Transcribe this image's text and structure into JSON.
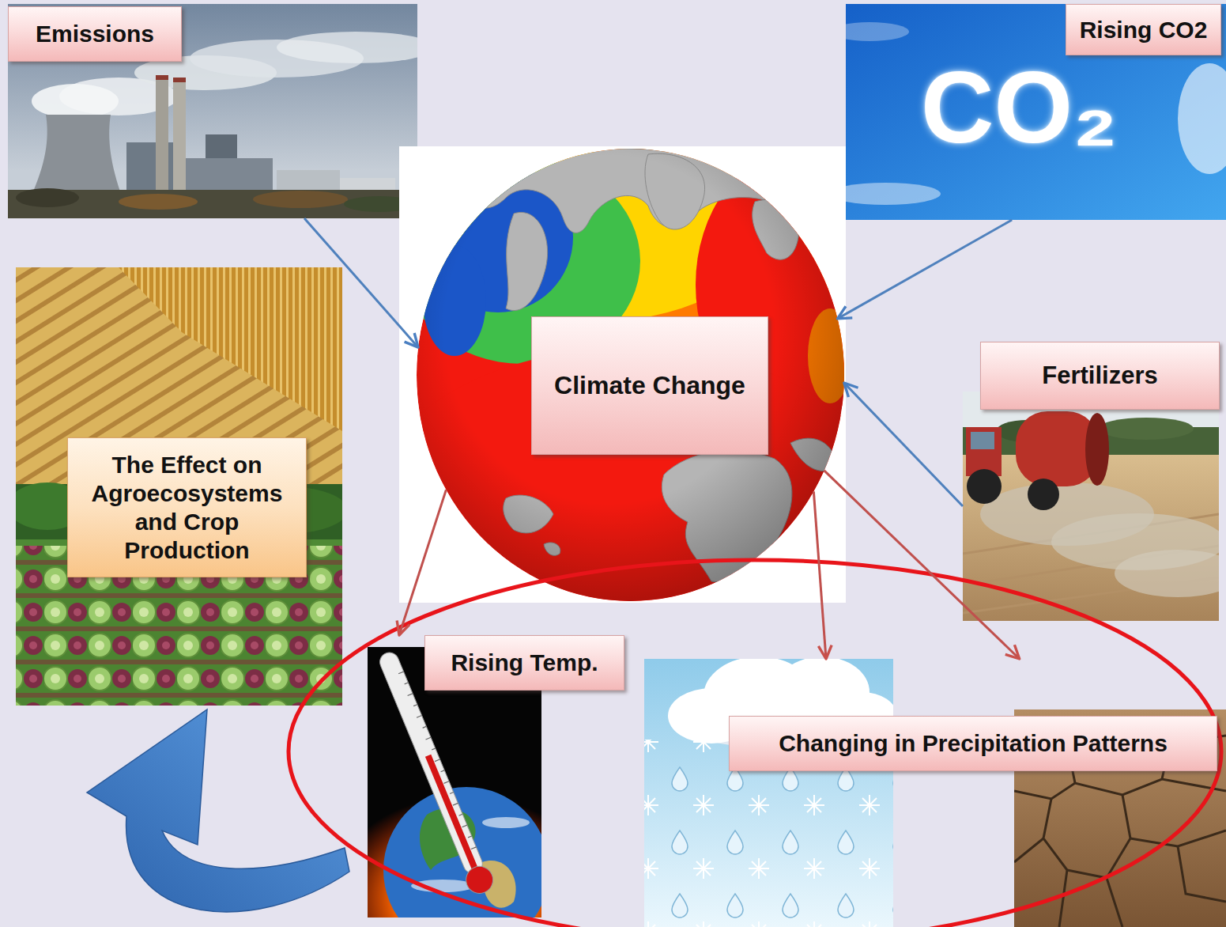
{
  "diagram": {
    "nodes": [
      {
        "text": [
          "Emissions"
        ]
      },
      {
        "text": [
          "Rising CO2"
        ]
      },
      {
        "text": [
          "Climate Change"
        ]
      },
      {
        "text": [
          "Fertilizers"
        ]
      },
      {
        "text": [
          "The Effect on Agroecosystems and Crop Production"
        ]
      },
      {
        "text": [
          "Rising Temp."
        ]
      },
      {
        "text": [
          "Changing in Precipitation Patterns"
        ]
      }
    ],
    "edges": [
      {
        "from": 0,
        "to": 2,
        "arrow": "to"
      },
      {
        "from": 1,
        "to": 2,
        "arrow": "to"
      },
      {
        "from": 3,
        "to": 2,
        "arrow": "to"
      },
      {
        "from": 2,
        "to": 5,
        "arrow": "to"
      },
      {
        "from": 2,
        "to": 6,
        "arrow": "to"
      },
      {
        "from": 2,
        "to": 6,
        "arrow": "to"
      }
    ],
    "labels": [
      "CO₂"
    ]
  }
}
